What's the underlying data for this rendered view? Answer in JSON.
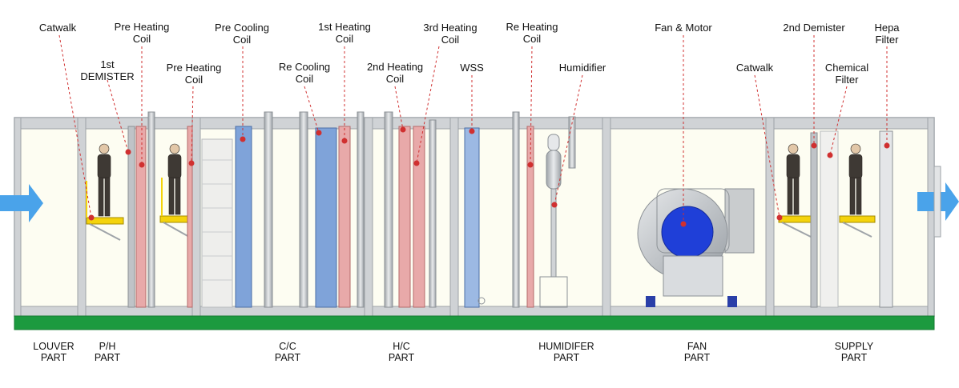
{
  "labels": {
    "catwalk_left": "Catwalk",
    "demister_1st_a": "1st",
    "demister_1st_b": "DEMISTER",
    "pre_heating_a_1": "Pre Heating",
    "pre_heating_a_2": "Coil",
    "pre_heating_b_1": "Pre Heating",
    "pre_heating_b_2": "Coil",
    "pre_cooling_1": "Pre Cooling",
    "pre_cooling_2": "Coil",
    "re_cooling_1": "Re Cooling",
    "re_cooling_2": "Coil",
    "heating_1st_1": "1st Heating",
    "heating_1st_2": "Coil",
    "heating_2nd_1": "2nd Heating",
    "heating_2nd_2": "Coil",
    "heating_3rd_1": "3rd Heating",
    "heating_3rd_2": "Coil",
    "wss": "WSS",
    "re_heating_1": "Re Heating",
    "re_heating_2": "Coil",
    "humidifier": "Humidifier",
    "fan_motor": "Fan & Motor",
    "catwalk_right": "Catwalk",
    "demister_2nd": "2nd Demister",
    "chemical_1": "Chemical",
    "chemical_2": "Filter",
    "hepa_1": "Hepa",
    "hepa_2": "Filter"
  },
  "sections": {
    "louver_1": "LOUVER",
    "louver_2": "PART",
    "ph_1": "P/H",
    "ph_2": "PART",
    "cc_1": "C/C",
    "cc_2": "PART",
    "hc_1": "H/C",
    "hc_2": "PART",
    "humid_1": "HUMIDIFER",
    "humid_2": "PART",
    "fan_1": "FAN",
    "fan_2": "PART",
    "supply_1": "SUPPLY",
    "supply_2": "PART"
  },
  "colors": {
    "frame": "#c6c9cc",
    "panel": "#fdfdf2",
    "base": "#1c9a3f",
    "heating_coil": "#e8a9a9",
    "cooling_coil": "#7fa3d9",
    "leader": "#d03030",
    "airflow": "#4aa3ea",
    "motor": "#1f3fd8",
    "catwalk": "#f4d30c"
  }
}
